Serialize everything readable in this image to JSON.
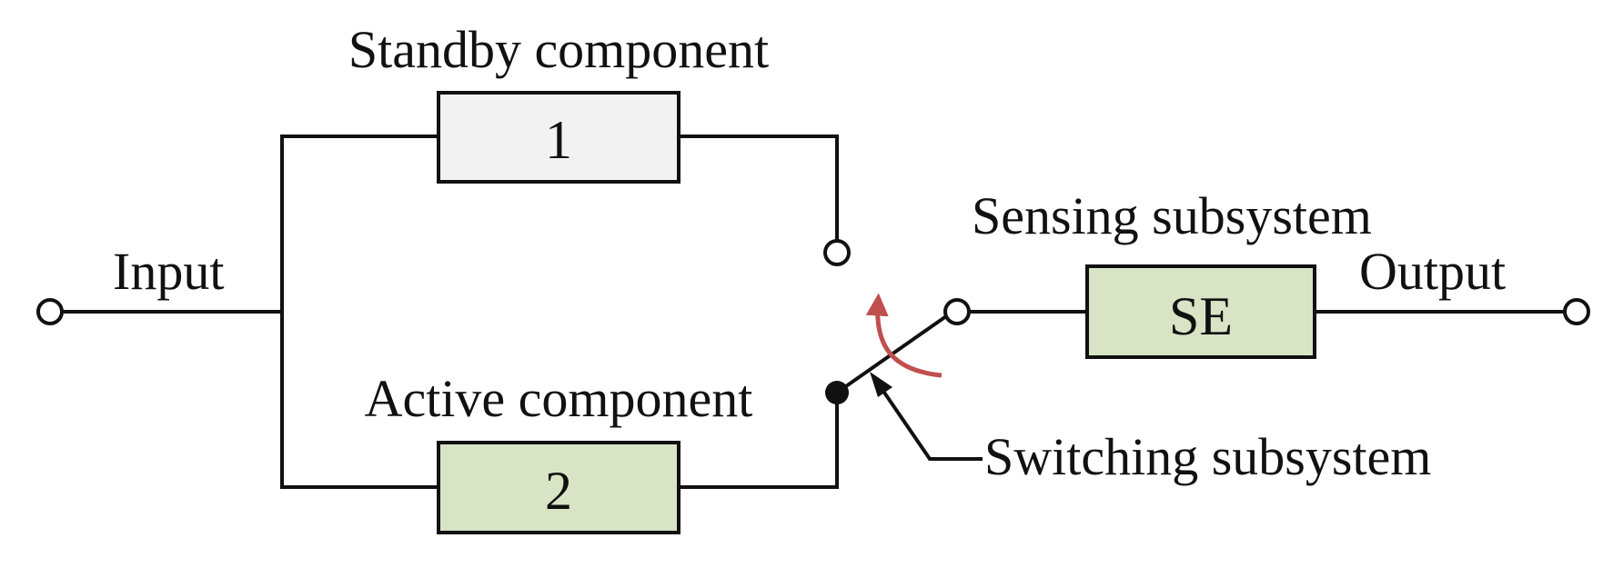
{
  "labels": {
    "standby": "Standby component",
    "active": "Active component",
    "input": "Input",
    "output": "Output",
    "sensing": "Sensing subsystem",
    "switching": "Switching subsystem"
  },
  "boxes": {
    "standby_id": "1",
    "active_id": "2",
    "sensing_id": "SE"
  },
  "colors": {
    "standby_fill": "#f2f2f2",
    "active_fill": "#d9e4c6",
    "sensing_fill": "#d9e4c6",
    "switch_arrow": "#c0504d"
  }
}
